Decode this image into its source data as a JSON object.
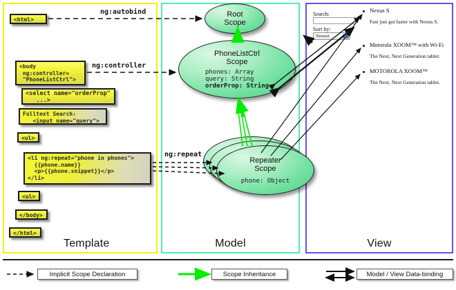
{
  "columns": {
    "template": {
      "label": "Template",
      "border_color": "#f2f20a"
    },
    "model": {
      "label": "Model",
      "border_color": "#4ff0a8"
    },
    "view": {
      "label": "View",
      "border_color": "#6a4cf0"
    }
  },
  "template_code": [
    {
      "id": "html-open",
      "text": "<html>"
    },
    {
      "id": "body-open",
      "text": "<body\n ng:controller=\n \"PhoneListCtrl\">"
    },
    {
      "id": "select-tag",
      "text": "<select name=\"orderProp\"\n   ...>"
    },
    {
      "id": "search-input",
      "text": "Fulltext Search:\n   <input name=\"query\">"
    },
    {
      "id": "ul-open",
      "text": "<ul>"
    },
    {
      "id": "li-repeat",
      "text": "<li ng:repeat=\"phone in phones\">\n  {{phone.name}}\n  <p>{{phone.snippet}}</p>\n</li>"
    },
    {
      "id": "ul-close",
      "text": "<ul>"
    },
    {
      "id": "body-close",
      "text": "</body>"
    },
    {
      "id": "html-close",
      "text": "</html>"
    }
  ],
  "connector_labels": {
    "autobind": "ng:autobind",
    "controller": "ng:controller",
    "repeat": "ng:repeat"
  },
  "scopes": [
    {
      "id": "root",
      "title": "Root\nScope",
      "title_lines": [
        "Root",
        "Scope"
      ],
      "props": []
    },
    {
      "id": "phonelistctrl",
      "title": "PhoneListCtrl\nScope",
      "title_lines": [
        "PhoneListCtrl",
        "Scope"
      ],
      "props": [
        {
          "text": "phones: Array",
          "bold": false
        },
        {
          "text": "query: String",
          "bold": false
        },
        {
          "text": "orderProp: String",
          "bold": true
        }
      ]
    },
    {
      "id": "repeater",
      "title": "Repeater\nScope",
      "title_lines": [
        "Repeater",
        "Scope"
      ],
      "props": [
        {
          "text": "phone: Object",
          "bold": false
        }
      ]
    }
  ],
  "view": {
    "search_label": "Search:",
    "search_value": "",
    "sort_label": "Sort by:",
    "sort_selected": "Newest",
    "phones": [
      {
        "name": "Nexus S",
        "snippet": "Fast just got faster with Nexus S."
      },
      {
        "name": "Motorola XOOM™  with Wi-Fi",
        "snippet": "The Next, Next Generation tablet."
      },
      {
        "name": "MOTOROLA XOOM™",
        "snippet": "The Next, Next Generation tablet."
      }
    ]
  },
  "legend": [
    {
      "id": "implicit-scope-declaration",
      "label": "Implicit Scope Declaration",
      "style": "dashed-black"
    },
    {
      "id": "scope-inheritance",
      "label": "Scope Inheritance",
      "style": "solid-green"
    },
    {
      "id": "model-view-data-binding",
      "label": "Model / View Data-binding",
      "style": "double-black"
    }
  ],
  "colors": {
    "code_fill": "#f0f03a",
    "scope_fill": "#7fe3a8",
    "inheritance_green": "#00ee00",
    "stroke": "#111111"
  }
}
